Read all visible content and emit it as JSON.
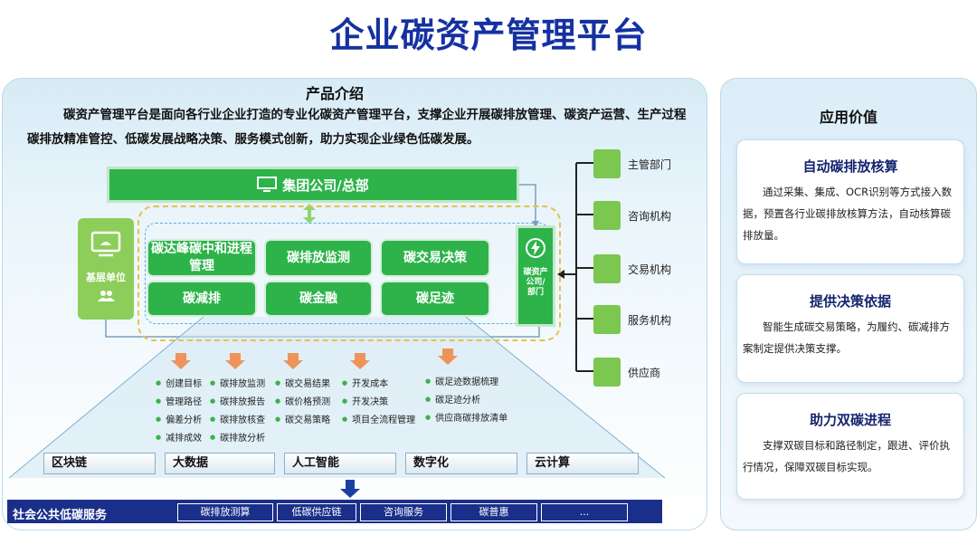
{
  "title": "企业碳资产管理平台",
  "intro": {
    "heading": "产品介绍",
    "text": "碳资产管理平台是面向各行业企业打造的专业化碳资产管理平台，支撑企业开展碳排放管理、碳资产运营、生产过程碳排放精准管控、低碳发展战略决策、服务模式创新，助力实现企业绿色低碳发展。"
  },
  "diagram": {
    "group": "集团公司/总部",
    "base_unit": "基层单位",
    "carbon_company": "碳资产公司/部门",
    "modules": [
      "碳达峰碳中和进程管理",
      "碳排放监测",
      "碳交易决策",
      "碳减排",
      "碳金融",
      "碳足迹"
    ],
    "orgs": [
      "主管部门",
      "咨询机构",
      "交易机构",
      "服务机构",
      "供应商"
    ]
  },
  "features": [
    [
      "创建目标",
      "管理路径",
      "偏差分析",
      "减排成效"
    ],
    [
      "碳排放监测",
      "碳排放报告",
      "碳排放核查",
      "碳排放分析"
    ],
    [
      "碳交易结果",
      "碳价格预测",
      "碳交易策略"
    ],
    [
      "开发成本",
      "开发决策",
      "项目全流程管理"
    ],
    [
      "碳足迹数据梳理",
      "碳足迹分析",
      "供应商碳排放清单"
    ]
  ],
  "tech": [
    "区块链",
    "大数据",
    "人工智能",
    "数字化",
    "云计算"
  ],
  "services": {
    "label": "社会公共低碳服务",
    "items": [
      "碳排放测算",
      "低碳供应链",
      "咨询服务",
      "碳普惠",
      "..."
    ]
  },
  "value": {
    "heading": "应用价值",
    "cards": [
      {
        "title": "自动碳排放核算",
        "desc": "通过采集、集成、OCR识别等方式接入数据，预置各行业碳排放核算方法，自动核算碳排放量。"
      },
      {
        "title": "提供决策依据",
        "desc": "智能生成碳交易策略，为履约、碳减排方案制定提供决策支撑。"
      },
      {
        "title": "助力双碳进程",
        "desc": "支撑双碳目标和路径制定，跟进、评价执行情况，保障双碳目标实现。"
      }
    ]
  },
  "colors": {
    "title": "#1531a0",
    "green": "#2db34a",
    "navy": "#1a2f8a",
    "orange": "#f08b4a"
  }
}
